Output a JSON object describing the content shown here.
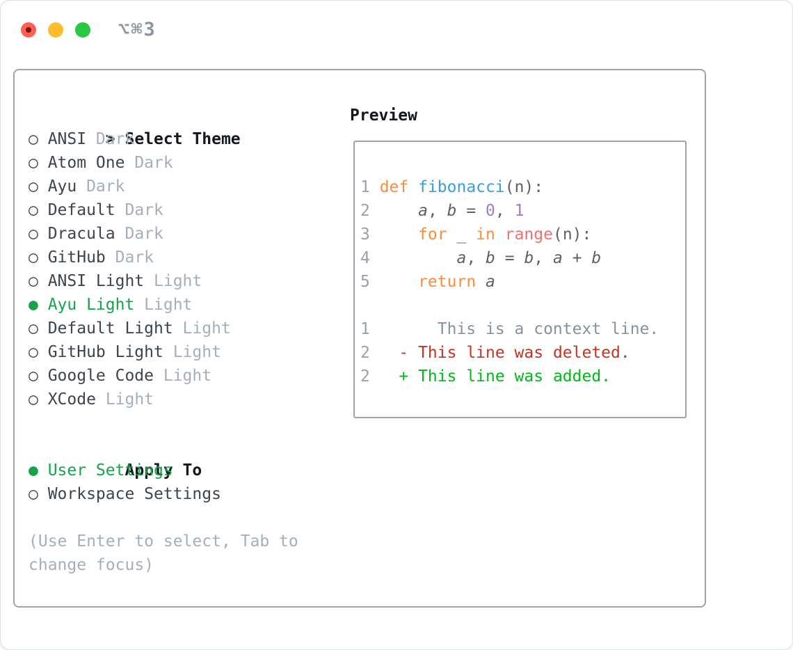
{
  "window": {
    "title": "⌥⌘3",
    "controls": [
      {
        "name": "close",
        "color": "#ff5f57",
        "dot": true
      },
      {
        "name": "minimize",
        "color": "#febc2e",
        "dot": false
      },
      {
        "name": "zoom",
        "color": "#28c840",
        "dot": false
      }
    ]
  },
  "theme_selector": {
    "header": {
      "prompt": ">",
      "label": "Select Theme"
    },
    "bullets": {
      "selected": "●",
      "unselected": "○"
    },
    "themes": [
      {
        "name": "ANSI",
        "variant": "Dark",
        "selected": false
      },
      {
        "name": "Atom One",
        "variant": "Dark",
        "selected": false
      },
      {
        "name": "Ayu",
        "variant": "Dark",
        "selected": false
      },
      {
        "name": "Default",
        "variant": "Dark",
        "selected": false
      },
      {
        "name": "Dracula",
        "variant": "Dark",
        "selected": false
      },
      {
        "name": "GitHub",
        "variant": "Dark",
        "selected": false
      },
      {
        "name": "ANSI Light",
        "variant": "Light",
        "selected": false
      },
      {
        "name": "Ayu Light",
        "variant": "Light",
        "selected": true
      },
      {
        "name": "Default Light",
        "variant": "Light",
        "selected": false
      },
      {
        "name": "GitHub Light",
        "variant": "Light",
        "selected": false
      },
      {
        "name": "Google Code",
        "variant": "Light",
        "selected": false
      },
      {
        "name": "XCode",
        "variant": "Light",
        "selected": false
      }
    ],
    "apply_to": {
      "label": "Apply To",
      "options": [
        {
          "label": "User Settings",
          "selected": true
        },
        {
          "label": "Workspace Settings",
          "selected": false
        }
      ]
    },
    "hint": "(Use Enter to select, Tab to change focus)"
  },
  "preview": {
    "label": "Preview",
    "lines": [
      {
        "num": "1",
        "segs": [
          {
            "t": "def",
            "c": "keyword"
          },
          {
            "t": " "
          },
          {
            "t": "fibonacci",
            "c": "function"
          },
          {
            "t": "(n):"
          }
        ]
      },
      {
        "num": "2",
        "segs": [
          {
            "t": "    "
          },
          {
            "t": "a",
            "i": true
          },
          {
            "t": ", "
          },
          {
            "t": "b",
            "i": true
          },
          {
            "t": " = "
          },
          {
            "t": "0",
            "c": "number"
          },
          {
            "t": ", "
          },
          {
            "t": "1",
            "c": "number"
          }
        ]
      },
      {
        "num": "3",
        "segs": [
          {
            "t": "    "
          },
          {
            "t": "for",
            "c": "keyword"
          },
          {
            "t": " _ "
          },
          {
            "t": "in",
            "c": "keyword"
          },
          {
            "t": " "
          },
          {
            "t": "range",
            "c": "builtin"
          },
          {
            "t": "(n):"
          }
        ]
      },
      {
        "num": "4",
        "segs": [
          {
            "t": "        "
          },
          {
            "t": "a",
            "i": true
          },
          {
            "t": ", "
          },
          {
            "t": "b",
            "i": true
          },
          {
            "t": " = "
          },
          {
            "t": "b",
            "i": true
          },
          {
            "t": ", "
          },
          {
            "t": "a",
            "i": true
          },
          {
            "t": " + "
          },
          {
            "t": "b",
            "i": true
          }
        ]
      },
      {
        "num": "5",
        "segs": [
          {
            "t": "    "
          },
          {
            "t": "return",
            "c": "keyword"
          },
          {
            "t": " "
          },
          {
            "t": "a",
            "i": true
          }
        ]
      },
      {
        "num": "",
        "segs": []
      },
      {
        "num": "1",
        "segs": [
          {
            "t": "      This is a context line.",
            "c": "context"
          }
        ]
      },
      {
        "num": "2",
        "segs": [
          {
            "t": "  "
          },
          {
            "t": "- This line was deleted.",
            "c": "deleted"
          }
        ]
      },
      {
        "num": "2",
        "segs": [
          {
            "t": "  "
          },
          {
            "t": "+ This line was added.",
            "c": "added"
          }
        ]
      }
    ]
  },
  "colors": {
    "accent_green": "#17a34a",
    "heading": "#14171c",
    "item_text": "#3d434f",
    "muted": "#a6aebb",
    "panel_border": "#9aa3ae",
    "title_text": "#8f959c",
    "code": {
      "default": "#5c6166",
      "line_number": "#99a1ac",
      "keyword": "#fa8d3e",
      "function": "#399ee6",
      "number": "#a37acc",
      "builtin": "#f07171",
      "context": "#8a9199",
      "deleted": "#c43420",
      "added": "#00b919"
    }
  }
}
